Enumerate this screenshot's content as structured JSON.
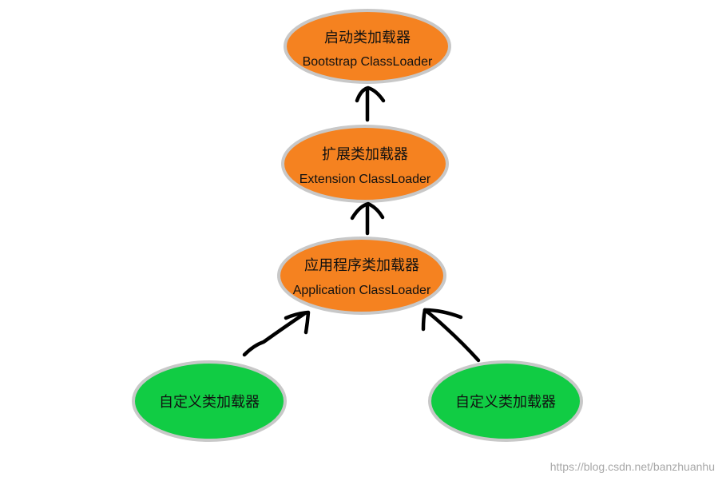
{
  "nodes": {
    "bootstrap": {
      "label_cn": "启动类加载器",
      "label_en": "Bootstrap ClassLoader",
      "color": "#f58220"
    },
    "extension": {
      "label_cn": "扩展类加载器",
      "label_en": "Extension ClassLoader",
      "color": "#f58220"
    },
    "application": {
      "label_cn": "应用程序类加载器",
      "label_en": "Application ClassLoader",
      "color": "#f58220"
    },
    "custom_left": {
      "label_cn": "自定义类加载器",
      "color": "#11cc44"
    },
    "custom_right": {
      "label_cn": "自定义类加载器",
      "color": "#11cc44"
    }
  },
  "edges": [
    {
      "from": "extension",
      "to": "bootstrap"
    },
    {
      "from": "application",
      "to": "extension"
    },
    {
      "from": "custom_left",
      "to": "application"
    },
    {
      "from": "custom_right",
      "to": "application"
    }
  ],
  "watermark": "https://blog.csdn.net/banzhuanhu"
}
